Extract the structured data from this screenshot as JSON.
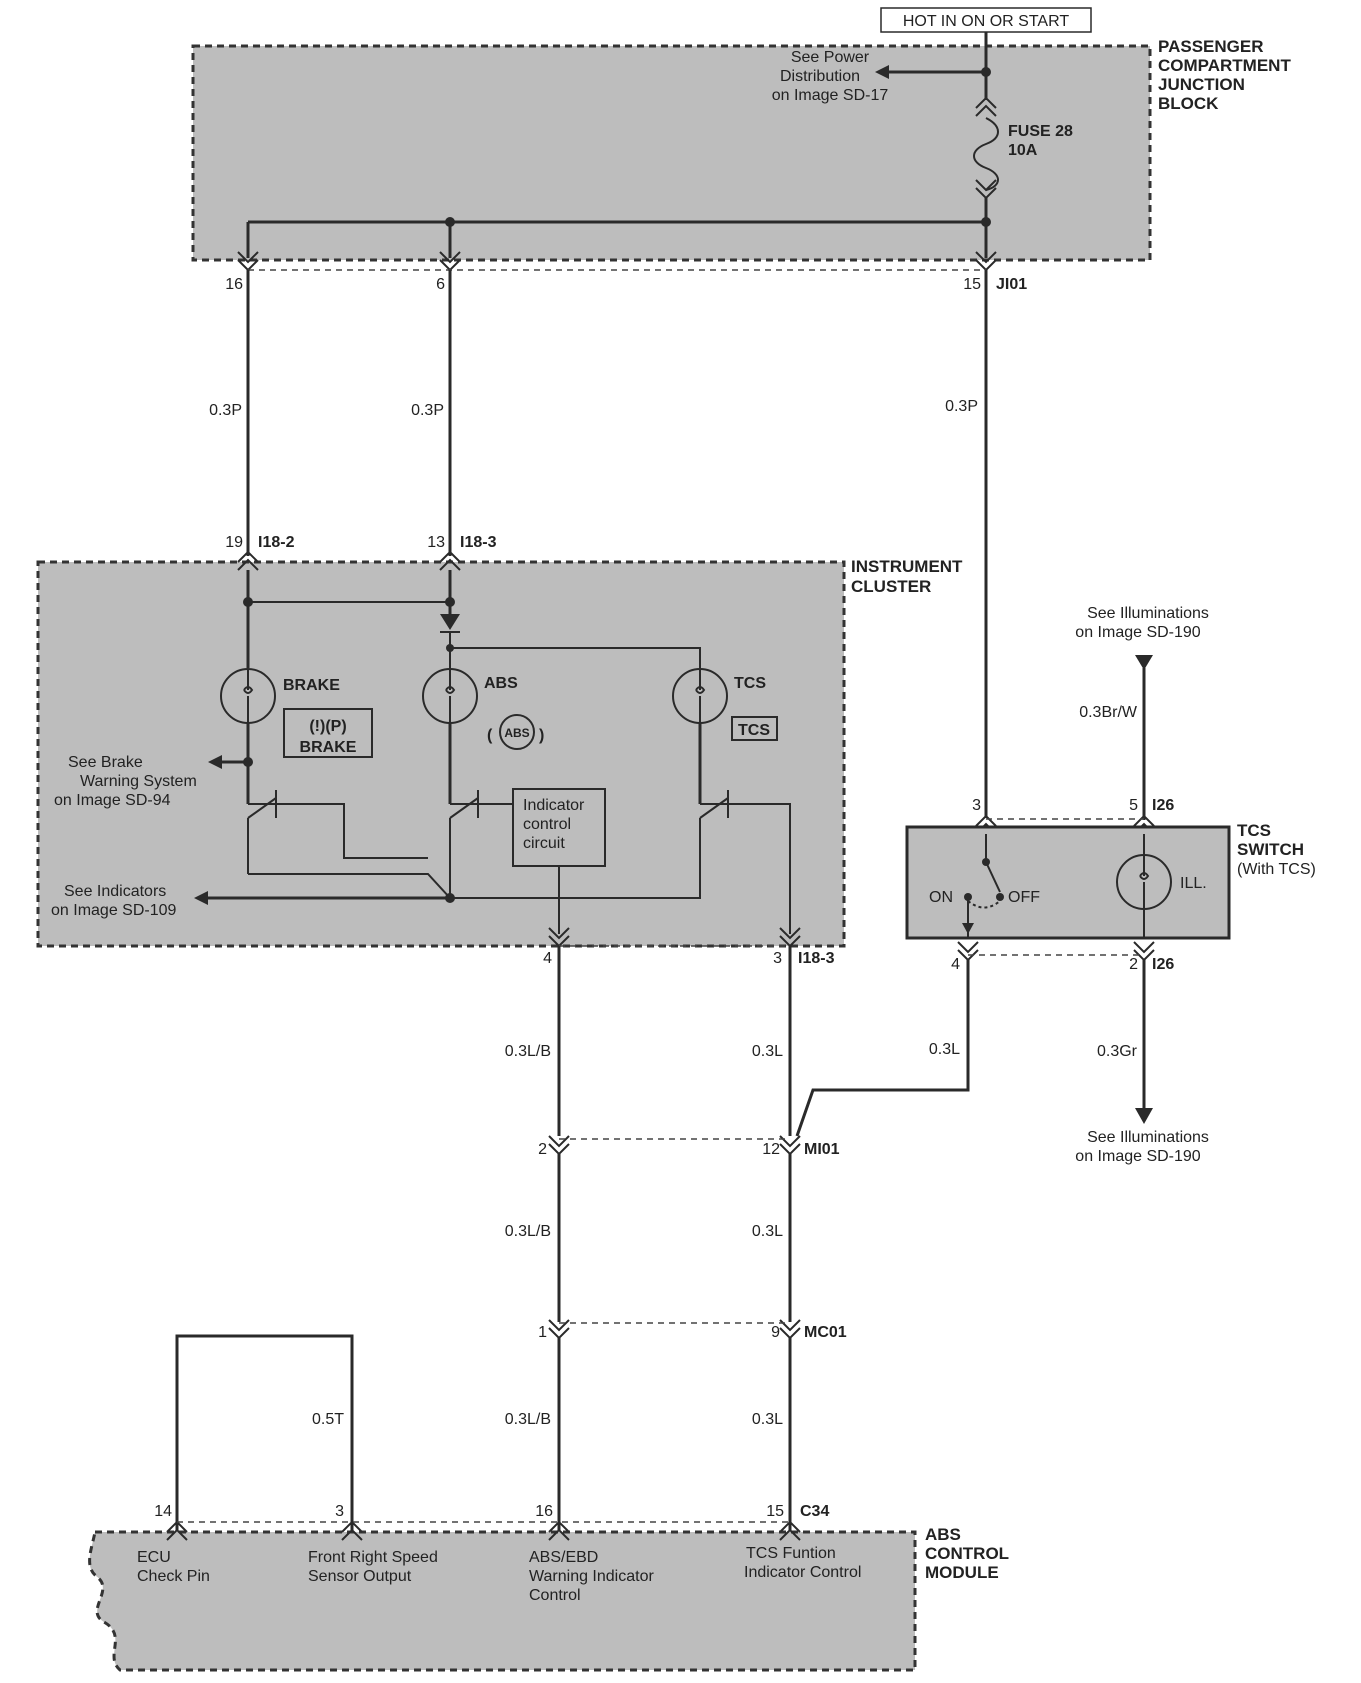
{
  "header": {
    "hot_label": "HOT IN ON OR START"
  },
  "junction_block": {
    "title_lines": [
      "PASSENGER",
      "COMPARTMENT",
      "JUNCTION",
      "BLOCK"
    ],
    "see_power_lines": [
      "See Power",
      "Distribution",
      "on Image SD-17"
    ],
    "fuse_lines": [
      "FUSE 28",
      "10A"
    ],
    "pins": [
      "16",
      "6",
      "15"
    ],
    "connector": "JI01"
  },
  "wires": {
    "w1": "0.3P",
    "w2": "0.3P",
    "w3": "0.3P",
    "w_lb1": "0.3L/B",
    "w_l1": "0.3L",
    "w_l_switch": "0.3L",
    "w_lb2": "0.3L/B",
    "w_l2": "0.3L",
    "w_lb3": "0.3L/B",
    "w_l3": "0.3L",
    "w_t": "0.5T",
    "w_brw": "0.3Br/W",
    "w_gr": "0.3Gr"
  },
  "instrument_cluster": {
    "title_lines": [
      "INSTRUMENT",
      "CLUSTER"
    ],
    "pin_19": "19",
    "conn_i18_2": "I18-2",
    "pin_13": "13",
    "conn_i18_3_top": "I18-3",
    "brake_label": "BRAKE",
    "abs_label": "ABS",
    "tcs_label": "TCS",
    "brake_symbol_top": "(!)(P)",
    "brake_symbol_bottom": "BRAKE",
    "abs_symbol": "ABS",
    "tcs_symbol": "TCS",
    "see_brake_lines": [
      "See Brake",
      "Warning System",
      "on Image SD-94"
    ],
    "see_indicators_lines": [
      "See Indicators",
      "on Image SD-109"
    ],
    "indicator_lines": [
      "Indicator",
      "control",
      "circuit"
    ],
    "pin_4": "4",
    "pin_3": "3",
    "conn_i18_3_bottom": "I18-3"
  },
  "tcs_switch": {
    "title_lines": [
      "TCS",
      "SWITCH",
      "(With TCS)"
    ],
    "see_illum_top_lines": [
      "See Illuminations",
      "on Image SD-190"
    ],
    "see_illum_bottom_lines": [
      "See Illuminations",
      "on Image SD-190"
    ],
    "on_label": "ON",
    "off_label": "OFF",
    "ill_label": "ILL.",
    "pin_3": "3",
    "pin_5": "5",
    "conn_top": "I26",
    "pin_4": "4",
    "pin_2": "2",
    "conn_bottom": "I26"
  },
  "connectors": {
    "mi01_pin_a": "2",
    "mi01_pin_b": "12",
    "mi01": "MI01",
    "mc01_pin_a": "1",
    "mc01_pin_b": "9",
    "mc01": "MC01"
  },
  "abs_module": {
    "title_lines": [
      "ABS",
      "CONTROL",
      "MODULE"
    ],
    "pins": [
      "14",
      "3",
      "16",
      "15"
    ],
    "connector": "C34",
    "ecu_lines": [
      "ECU",
      "Check Pin"
    ],
    "front_lines": [
      "Front Right Speed",
      "Sensor Output"
    ],
    "abs_ebd_lines": [
      "ABS/EBD",
      "Warning Indicator",
      "Control"
    ],
    "tcs_fn_lines": [
      "TCS Funtion",
      "Indicator Control"
    ]
  }
}
